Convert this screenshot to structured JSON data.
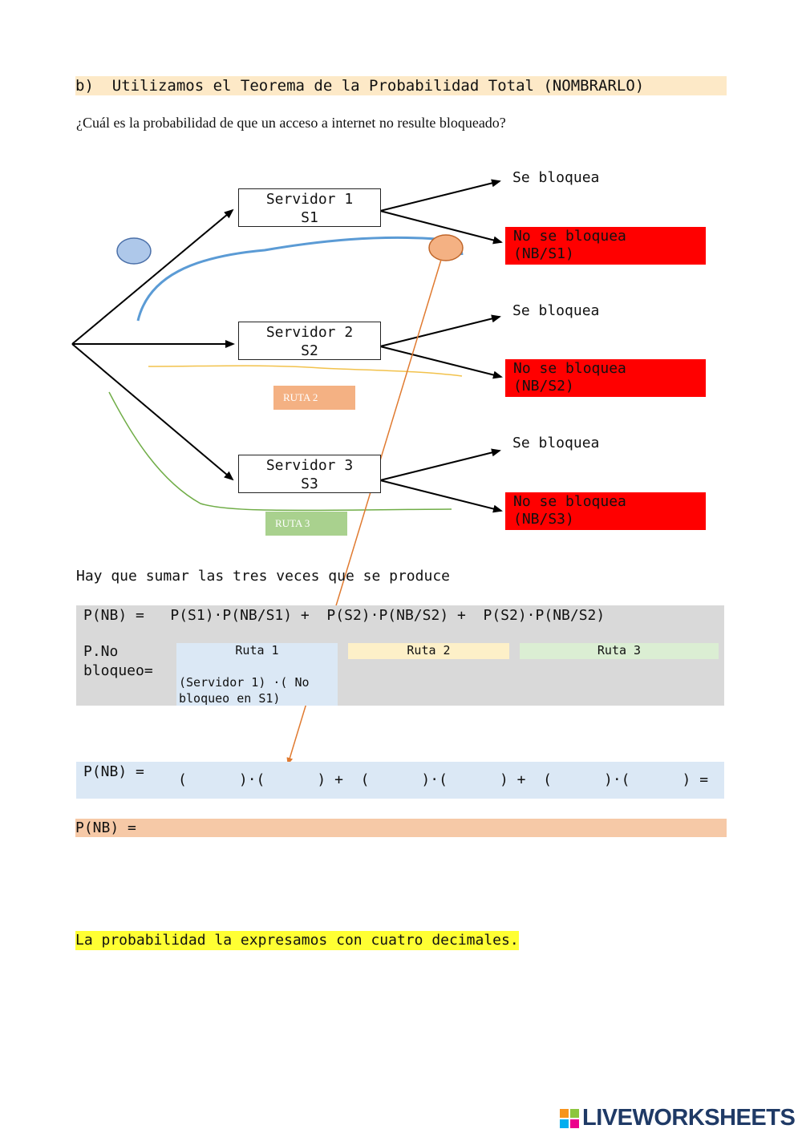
{
  "heading": "b)  Utilizamos el Teorema de la Probabilidad Total (NOMBRARLO)",
  "question": "¿Cuál es la probabilidad de que un acceso a internet no resulte bloqueado?",
  "tree": {
    "servers": [
      {
        "line1": "Servidor 1",
        "line2": "S1"
      },
      {
        "line1": "Servidor 2",
        "line2": "S2"
      },
      {
        "line1": "Servidor 3",
        "line2": "S3"
      }
    ],
    "blocked_label": "Se bloquea",
    "not_blocked": [
      {
        "line1": "No se bloquea",
        "line2": "(NB/S1)"
      },
      {
        "line1": "No se bloquea",
        "line2": "(NB/S2)"
      },
      {
        "line1": "No se bloquea",
        "line2": "(NB/S3)"
      }
    ],
    "route_tags": [
      "RUTA 2",
      "RUTA 3"
    ]
  },
  "instruction": "Hay que sumar las tres veces que se produce",
  "formula": {
    "row": "P(NB) =   P(S1)·P(NB/S1) +  P(S2)·P(NB/S2) +  P(S2)·P(NB/S2)",
    "label_line1": "P.No",
    "label_line2": "bloqueo=",
    "route1": "Ruta 1",
    "route1_desc": "(Servidor 1) ·( No bloqueo en S1)",
    "route2": "Ruta 2",
    "route3": "Ruta 3"
  },
  "calc": {
    "label": "P(NB) =",
    "blanks": "(      )·(      ) +  (      )·(      ) +  (      )·(      ) ="
  },
  "result_label": "P(NB) =",
  "note": "La probabilidad la expresamos con cuatro decimales.",
  "logo_text": "LIVEWORKSHEETS",
  "colors": {
    "heading_bg": "#fde9c7",
    "not_blocked_bg": "#ff0000",
    "route1_bg": "#dbe8f5",
    "route2_bg": "#fdf0c8",
    "route3_bg": "#dbeed3",
    "result_bg": "#f6c9a7",
    "note_bg": "#ffff33"
  }
}
